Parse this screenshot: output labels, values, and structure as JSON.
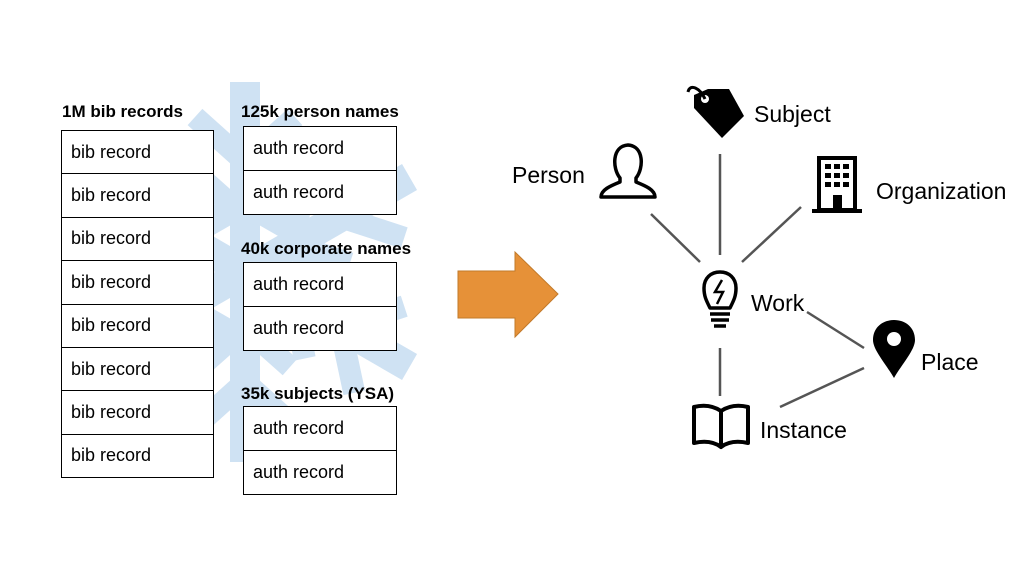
{
  "left": {
    "bib": {
      "header": "1M bib records",
      "records": [
        "bib record",
        "bib record",
        "bib record",
        "bib record",
        "bib record",
        "bib record",
        "bib record",
        "bib record"
      ]
    },
    "groups": [
      {
        "header": "125k person names",
        "records": [
          "auth record",
          "auth record"
        ]
      },
      {
        "header": "40k corporate names",
        "records": [
          "auth record",
          "auth record"
        ]
      },
      {
        "header": "35k subjects (YSA)",
        "records": [
          "auth record",
          "auth record"
        ]
      }
    ]
  },
  "colors": {
    "arrow": "#e69138",
    "snowflake": "#cfe2f3",
    "edge": "#555555"
  },
  "graph": {
    "center": {
      "label": "Work",
      "icon": "lightbulb-icon"
    },
    "nodes": [
      {
        "id": "subject",
        "label": "Subject",
        "icon": "tag-icon"
      },
      {
        "id": "person",
        "label": "Person",
        "icon": "person-icon"
      },
      {
        "id": "organization",
        "label": "Organization",
        "icon": "building-icon"
      },
      {
        "id": "place",
        "label": "Place",
        "icon": "map-pin-icon"
      },
      {
        "id": "instance",
        "label": "Instance",
        "icon": "book-icon"
      }
    ]
  }
}
